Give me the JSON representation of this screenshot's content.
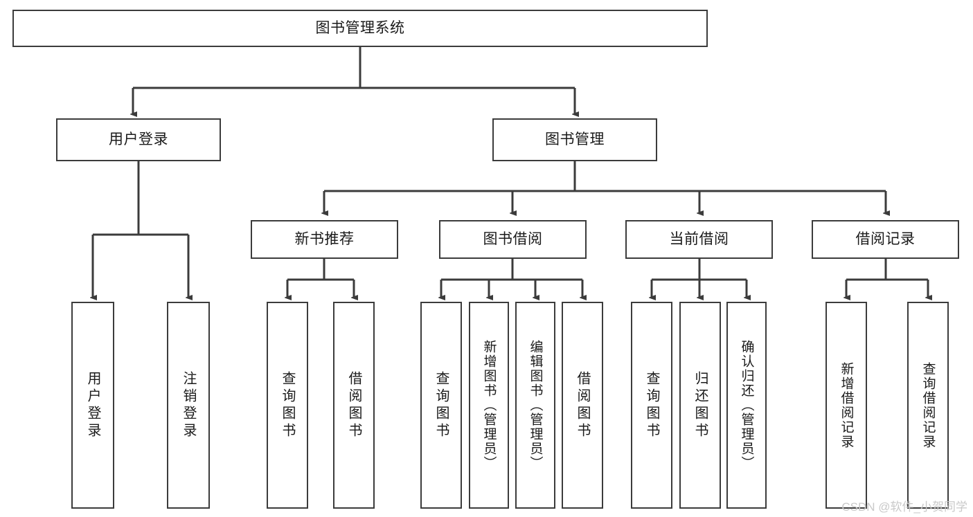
{
  "diagram": {
    "title": "图书管理系统",
    "type": "hierarchy-tree",
    "colors": {
      "stroke": "#3b3b3b",
      "fill": "#ffffff",
      "text": "#1a1a1a",
      "watermark": "#c9c9c9"
    },
    "nodes": {
      "root": {
        "label": "图书管理系统"
      },
      "level2": [
        {
          "id": "user-login",
          "label": "用户登录"
        },
        {
          "id": "book-manage",
          "label": "图书管理"
        }
      ],
      "level3": [
        {
          "id": "new-book-recommend",
          "label": "新书推荐"
        },
        {
          "id": "book-borrow",
          "label": "图书借阅"
        },
        {
          "id": "current-borrow",
          "label": "当前借阅"
        },
        {
          "id": "borrow-record",
          "label": "借阅记录"
        }
      ],
      "leaves": {
        "user-login": [
          {
            "id": "leaf-user-login",
            "label": "用户登录"
          },
          {
            "id": "leaf-logout",
            "label": "注销登录"
          }
        ],
        "new-book-recommend": [
          {
            "id": "leaf-query-book-1",
            "label": "查询图书"
          },
          {
            "id": "leaf-borrow-book-1",
            "label": "借阅图书"
          }
        ],
        "book-borrow": [
          {
            "id": "leaf-query-book-2",
            "label": "查询图书"
          },
          {
            "id": "leaf-add-book",
            "label": "新增图书（管理员）"
          },
          {
            "id": "leaf-edit-book",
            "label": "编辑图书（管理员）"
          },
          {
            "id": "leaf-borrow-book-2",
            "label": "借阅图书"
          }
        ],
        "current-borrow": [
          {
            "id": "leaf-query-book-3",
            "label": "查询图书"
          },
          {
            "id": "leaf-return-book",
            "label": "归还图书"
          },
          {
            "id": "leaf-confirm-return",
            "label": "确认归还（管理员）"
          }
        ],
        "borrow-record": [
          {
            "id": "leaf-add-record",
            "label": "新增借阅记录"
          },
          {
            "id": "leaf-query-record",
            "label": "查询借阅记录"
          }
        ]
      }
    }
  },
  "watermark": "CSDN @软件_小贺同学"
}
